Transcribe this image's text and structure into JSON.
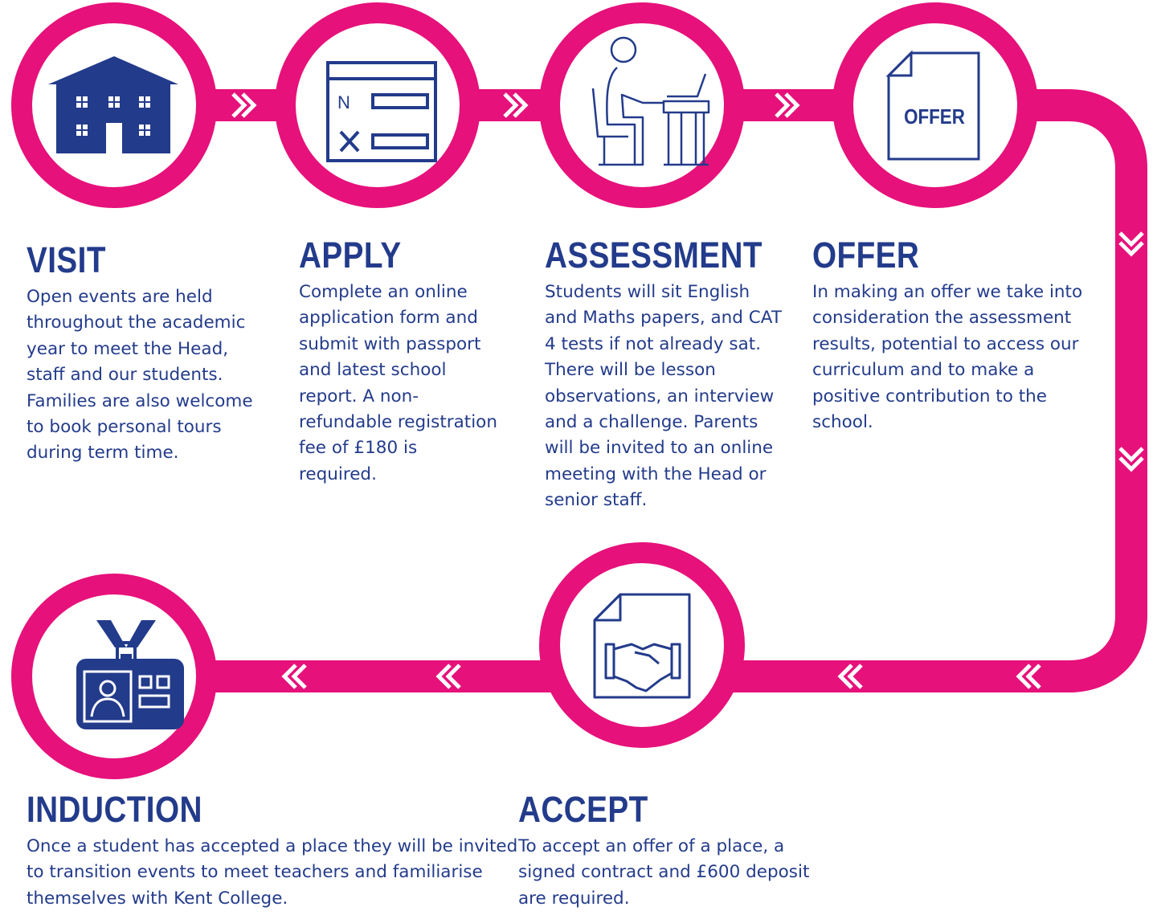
{
  "colors": {
    "pink": "#e6117a",
    "navy": "#233b8b"
  },
  "icons": {
    "visit": "school-building-icon",
    "apply": "application-form-icon",
    "assessment": "student-at-desk-icon",
    "offer": "offer-document-icon",
    "accept": "contract-handshake-icon",
    "induction": "id-badge-icon"
  },
  "offer_doc_label": "OFFER",
  "form_label": "N",
  "steps": {
    "visit": {
      "title": "VISIT",
      "text": "Open events are held throughout the academic year to meet the Head, staff and our students. Families are also welcome to book personal tours during term time."
    },
    "apply": {
      "title": "APPLY",
      "text": "Complete an online application form and submit with passport and latest school report. A non-refundable registration fee of £180 is required."
    },
    "assessment": {
      "title": "ASSESSMENT",
      "text": "Students will sit English and Maths papers, and CAT 4 tests if not already sat. There will be lesson observations, an interview and a challenge. Parents will be invited to an online meeting with the Head or senior staff."
    },
    "offer": {
      "title": "OFFER",
      "text": "In making an offer we take into consideration the assessment results, potential to access our curriculum and to make a positive contribution to the school."
    },
    "accept": {
      "title": "ACCEPT",
      "text": "To accept an offer of a place, a signed contract and £600 deposit are required."
    },
    "induction": {
      "title": "INDUCTION",
      "text": "Once a student has accepted a place they will be invited to transition events to meet teachers and familiarise themselves with Kent College."
    }
  }
}
